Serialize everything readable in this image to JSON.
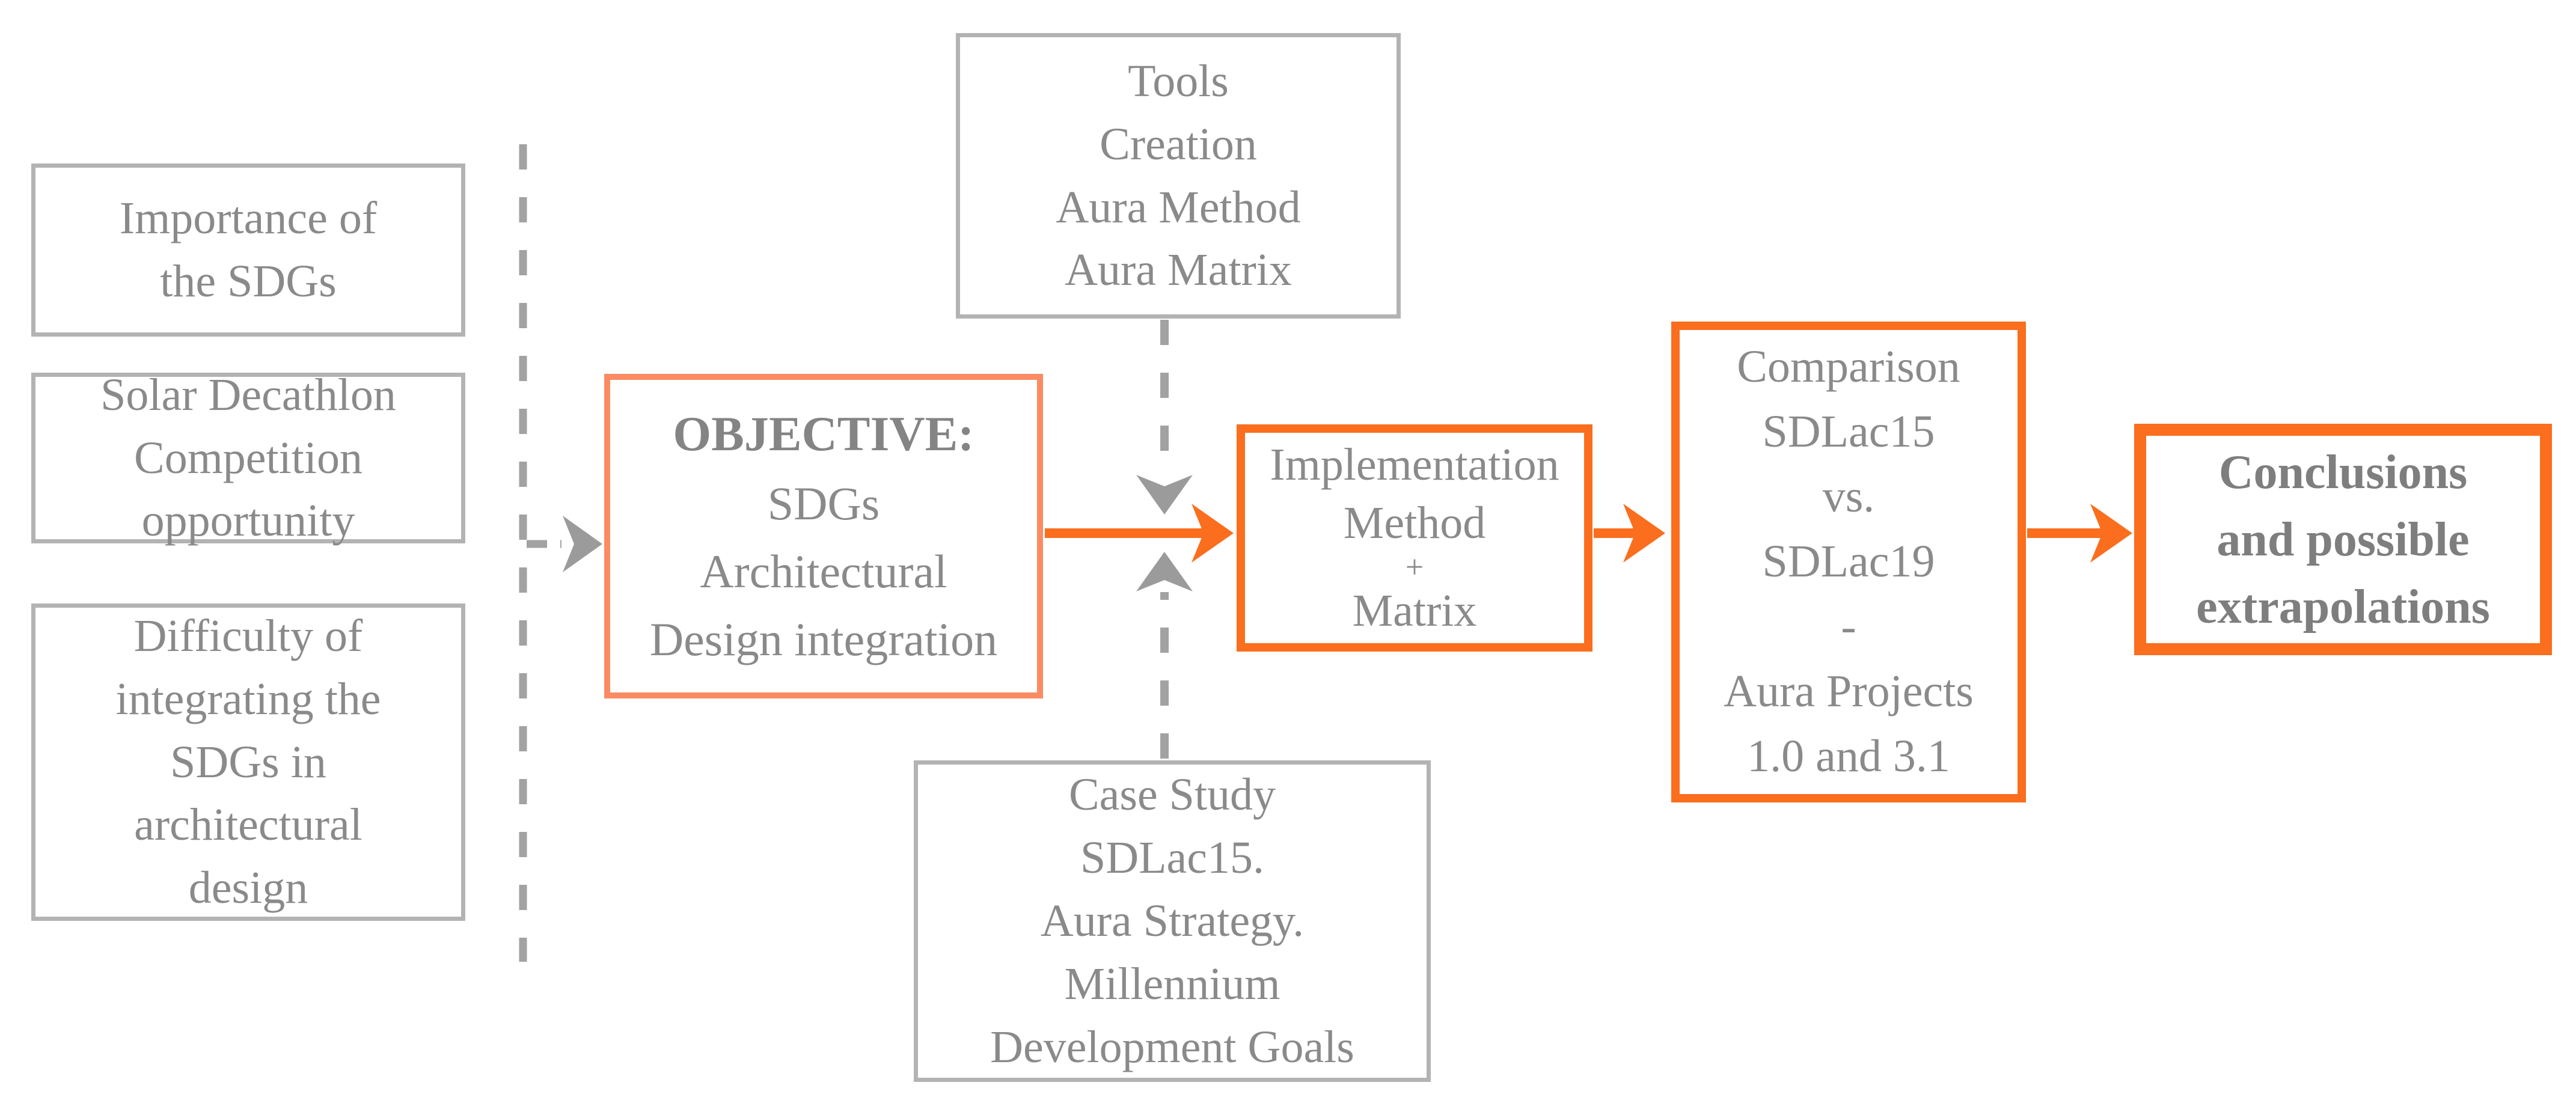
{
  "diagram": {
    "title_semantic": "Research methodology flowchart",
    "colors": {
      "accent_orange": "#fa6e1e",
      "objective_border_salmon": "#fb8b63",
      "gray_border": "#b3b3b3",
      "gray_text": "#8a8a8a",
      "gray_connector": "#a2a2a2"
    },
    "context_boxes": [
      {
        "id": "importance",
        "text": "Importance of\nthe SDGs"
      },
      {
        "id": "solar_decathlon",
        "text": "Solar Decathlon\nCompetition\nopportunity"
      },
      {
        "id": "difficulty",
        "text": "Difficulty of\nintegrating the\nSDGs in\narchitectural\ndesign"
      }
    ],
    "objective_box": {
      "title": "OBJECTIVE:",
      "body": "SDGs\nArchitectural\nDesign integration"
    },
    "tools_box": {
      "text": "Tools\nCreation\nAura Method\nAura Matrix"
    },
    "case_study_box": {
      "text": "Case Study\nSDLac15.\nAura Strategy.\nMillennium\nDevelopment Goals"
    },
    "implementation_box": {
      "top": "Implementation\nMethod",
      "plus": "+",
      "bottom": "Matrix"
    },
    "comparison_box": {
      "text": "Comparison\nSDLac15\nvs.\nSDLac19\n-\nAura Projects\n1.0 and 3.1"
    },
    "conclusions_box": {
      "text": "Conclusions\nand possible\nextrapolations"
    }
  }
}
